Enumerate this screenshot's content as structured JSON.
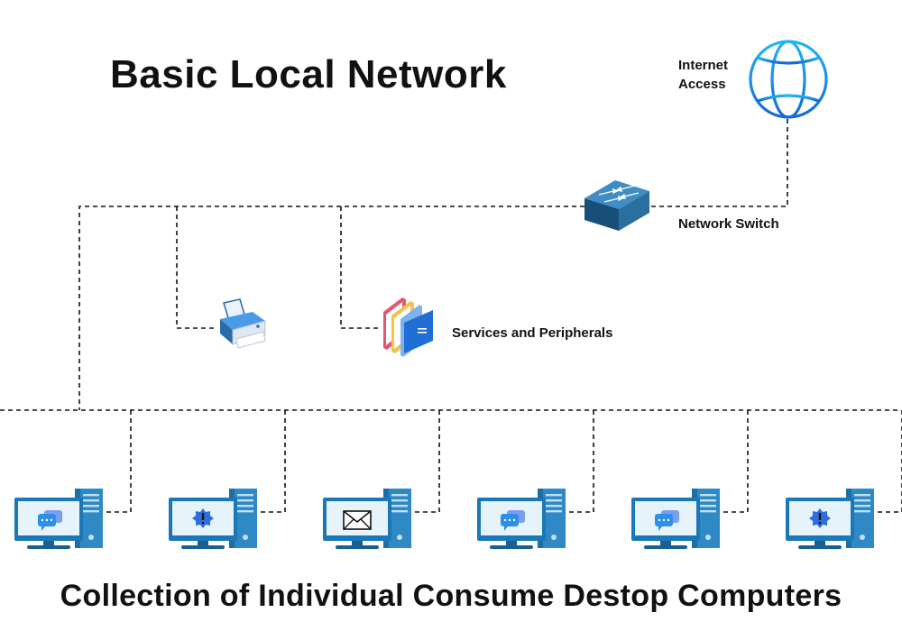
{
  "title": "Basic Local Network",
  "internet": {
    "line1": "Internet",
    "line2": "Access"
  },
  "switch_label": "Network Switch",
  "services_label": "Services and Peripherals",
  "footer": "Collection of Individual Consume Destop Computers",
  "computers": [
    {
      "screen_icon": "chat-bubble-icon"
    },
    {
      "screen_icon": "alert-badge-icon"
    },
    {
      "screen_icon": "envelope-icon"
    },
    {
      "screen_icon": "chat-bubble-icon"
    },
    {
      "screen_icon": "chat-bubble-icon"
    },
    {
      "screen_icon": "alert-badge-icon"
    }
  ],
  "colors": {
    "globe": "#1a8fe0",
    "switch": "#1d5a86",
    "monitor": "#1a78b8",
    "tower": "#2f89c4",
    "line": "#111111"
  }
}
